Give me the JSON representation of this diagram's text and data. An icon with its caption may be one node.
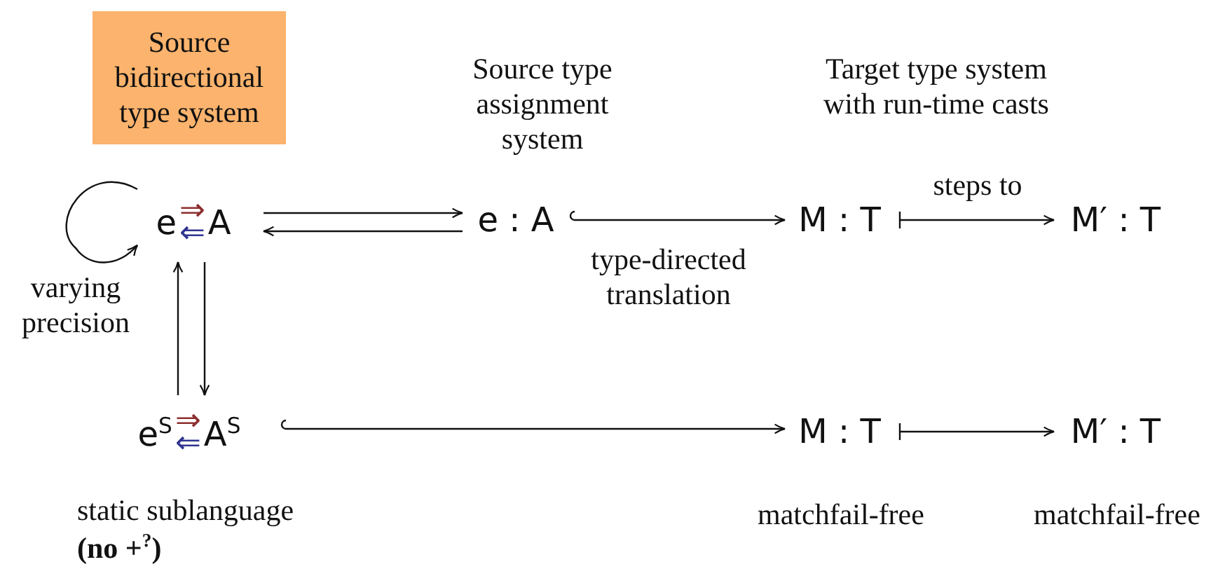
{
  "diagram": {
    "nodes": [
      {
        "text": [
          "Source bidirectional type system"
        ]
      },
      {
        "text": [
          "e",
          "⇒",
          "⇐",
          "A"
        ]
      },
      {
        "text": [
          "e : A"
        ],
        "beside": [
          "Source type assignment system"
        ]
      },
      {
        "text": [
          "M : T"
        ],
        "beside": [
          "Target type system with run-time casts"
        ]
      },
      {
        "text": [
          "M′ : T"
        ]
      },
      {
        "text": [
          "e$^{S}$",
          "⇒",
          "⇐",
          "A$^{S}$"
        ],
        "beside": [
          "static sublanguage",
          "(no +$^{?}$)"
        ]
      },
      {
        "text": [
          "M : T"
        ],
        "beside": [
          "matchfail-free"
        ]
      },
      {
        "text": [
          "M′ : T"
        ],
        "beside": [
          "matchfail-free"
        ]
      }
    ],
    "edges": [
      {
        "from": 1,
        "to": 1,
        "arrow": "to",
        "label": "varying precision"
      },
      {
        "from": 1,
        "to": 2,
        "arrow": "to"
      },
      {
        "from": 2,
        "to": 1,
        "arrow": "to"
      },
      {
        "from": 2,
        "to": 3,
        "arrow": "to",
        "label": "type-directed translation"
      },
      {
        "from": 3,
        "to": 4,
        "arrow": "to",
        "label": "steps to"
      },
      {
        "from": 5,
        "to": 1,
        "arrow": "to"
      },
      {
        "from": 1,
        "to": 5,
        "arrow": "to"
      },
      {
        "from": 5,
        "to": 6,
        "arrow": "to"
      },
      {
        "from": 6,
        "to": 7,
        "arrow": "to"
      }
    ]
  }
}
